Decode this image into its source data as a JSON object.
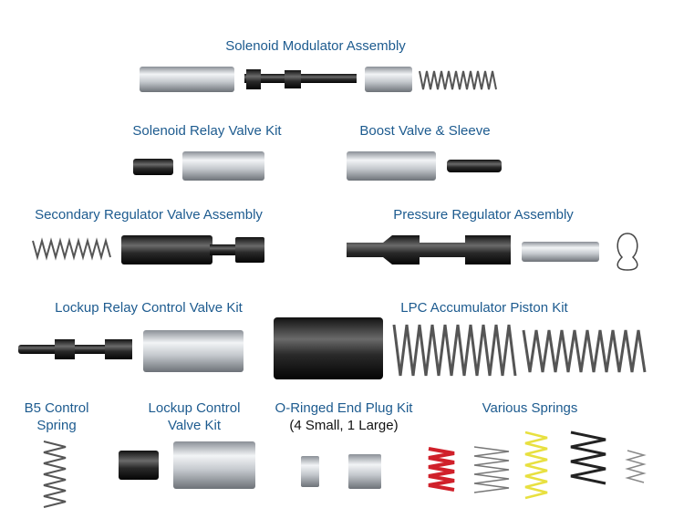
{
  "labels": {
    "solenoid_modulator": "Solenoid Modulator Assembly",
    "solenoid_relay": "Solenoid Relay Valve Kit",
    "boost_valve": "Boost Valve & Sleeve",
    "secondary_regulator": "Secondary Regulator Valve Assembly",
    "pressure_regulator": "Pressure Regulator Assembly",
    "lockup_relay": "Lockup Relay Control Valve Kit",
    "lpc_accumulator": "LPC Accumulator Piston Kit",
    "b5_line1": "B5 Control",
    "b5_line2": "Spring",
    "lockup_control_line1": "Lockup Control",
    "lockup_control_line2": "Valve Kit",
    "oring_plug": "O-Ringed End Plug Kit",
    "oring_plug_sub": "(4 Small, 1 Large)",
    "various_springs": "Various Springs"
  },
  "colors": {
    "label": "#1d5b8f",
    "spring_red": "#d0202a",
    "spring_yellow": "#e8e040"
  }
}
